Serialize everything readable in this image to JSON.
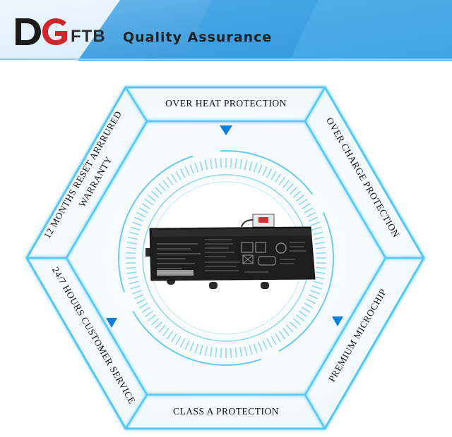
{
  "banner": {
    "logo_letters": "DG",
    "brand_suffix": "FTB",
    "title": "Quality Assurance"
  },
  "features": {
    "top": "OVER HEAT PROTECTION",
    "top_right": "OVER CHARGE PROTECTION",
    "bottom_right": "PREMIUM MICROCHIP",
    "bottom": "CLASS A PROTECTION",
    "bottom_left": "24/7 HOURS CUSTOMER SERVICE",
    "top_left_line1": "12 MONTHS RESET ARRRURED",
    "top_left_line2": "WARRANTY"
  },
  "colors": {
    "banner_light": "#d6ecfb",
    "banner_blue": "#2a8fd6",
    "accent": "#0b7fe0",
    "hex_glow": "#49c7f2"
  }
}
